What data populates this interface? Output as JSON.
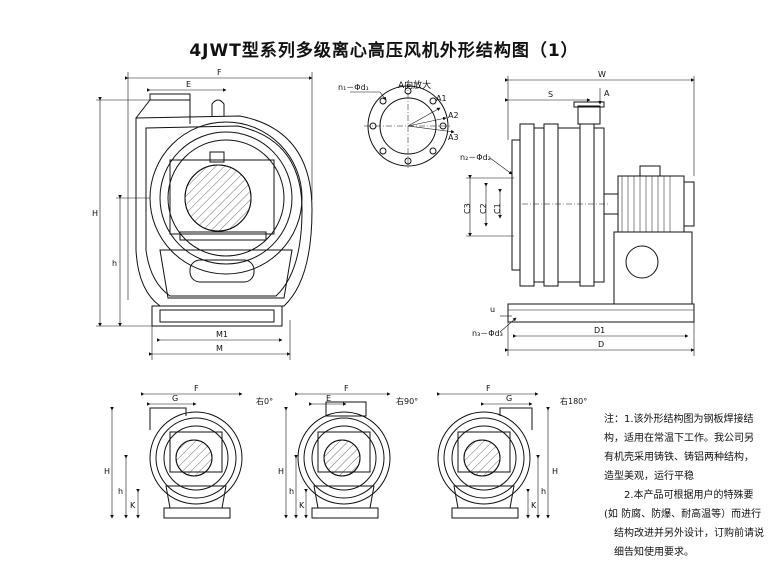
{
  "title": "4JWT型系列多级离心高压风机外形结构图（1）",
  "detail_caption": "A向放大",
  "main_front": {
    "F": "F",
    "E": "E",
    "H": "H",
    "h": "h",
    "M1": "M1",
    "M": "M"
  },
  "detail": {
    "n1d1": "n₁－Φd₁",
    "A1": "A1",
    "A2": "A2",
    "A3": "A3"
  },
  "side": {
    "W": "W",
    "S": "S",
    "A": "A",
    "n2d2": "n₂－Φd₂",
    "C3": "C3",
    "C2": "C2",
    "C1": "C1",
    "u": "u",
    "n3d3": "n₃－Φd₃",
    "D1": "D1",
    "D": "D"
  },
  "small_views": [
    {
      "rotation": "右0°",
      "F": "F",
      "G": "G",
      "H": "H",
      "h": "h",
      "K": "K"
    },
    {
      "rotation": "右90°",
      "F": "F",
      "E": "E",
      "H": "H",
      "h": "h",
      "K": "K"
    },
    {
      "rotation": "右180°",
      "F": "F",
      "G": "G",
      "H": "H",
      "h": "h",
      "K": "K"
    }
  ],
  "notes": [
    "注：1.该外形结构图为钢板焊接结",
    "构，适用在常温下工作。我公司另",
    "有机壳采用铸铁、铸铝两种结构，",
    "造型美观，运行平稳",
    "　　2.本产品可根据用户的特殊要",
    "(如 防腐、防爆、耐高温等）而进行",
    "　结构改进并另外设计，订购前请说",
    "　细告知使用要求。"
  ]
}
